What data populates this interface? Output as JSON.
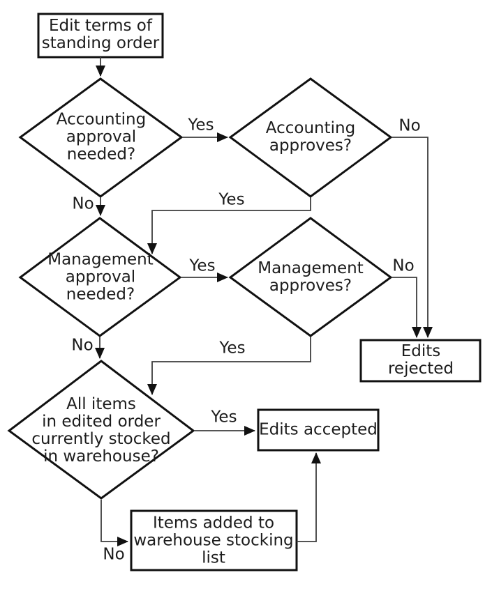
{
  "diagram": {
    "type": "flowchart",
    "background_color": "#ffffff",
    "node_border_color": "#111111",
    "connector_color": "#3d3d3d",
    "text_color": "#1c1c1c",
    "nodes": {
      "start": {
        "shape": "rectangle",
        "label": [
          "Edit terms of",
          "standing order"
        ]
      },
      "accounting_needed": {
        "shape": "diamond",
        "label": [
          "Accounting",
          "approval",
          "needed?"
        ]
      },
      "accounting_approves": {
        "shape": "diamond",
        "label": [
          "Accounting",
          "approves?"
        ]
      },
      "management_needed": {
        "shape": "diamond",
        "label": [
          "Management",
          "approval",
          "needed?"
        ]
      },
      "management_approves": {
        "shape": "diamond",
        "label": [
          "Management",
          "approves?"
        ]
      },
      "all_items_stocked": {
        "shape": "diamond",
        "label": [
          "All items",
          "in edited order",
          "currently stocked",
          "in warehouse?"
        ]
      },
      "edits_rejected": {
        "shape": "rectangle",
        "label": [
          "Edits rejected"
        ]
      },
      "edits_accepted": {
        "shape": "rectangle",
        "label": [
          "Edits accepted"
        ]
      },
      "items_added": {
        "shape": "rectangle",
        "label": [
          "Items added to",
          "warehouse stocking",
          "list"
        ]
      }
    },
    "edges": [
      {
        "from": "start",
        "to": "accounting_needed",
        "label": ""
      },
      {
        "from": "accounting_needed",
        "to": "accounting_approves",
        "label": "Yes"
      },
      {
        "from": "accounting_needed",
        "to": "management_needed",
        "label": "No"
      },
      {
        "from": "accounting_approves",
        "to": "edits_rejected",
        "label": "No"
      },
      {
        "from": "accounting_approves",
        "to": "management_needed",
        "label": "Yes"
      },
      {
        "from": "management_needed",
        "to": "management_approves",
        "label": "Yes"
      },
      {
        "from": "management_needed",
        "to": "all_items_stocked",
        "label": "No"
      },
      {
        "from": "management_approves",
        "to": "edits_rejected",
        "label": "No"
      },
      {
        "from": "management_approves",
        "to": "all_items_stocked",
        "label": "Yes"
      },
      {
        "from": "all_items_stocked",
        "to": "edits_accepted",
        "label": "Yes"
      },
      {
        "from": "all_items_stocked",
        "to": "items_added",
        "label": "No"
      },
      {
        "from": "items_added",
        "to": "edits_accepted",
        "label": ""
      }
    ]
  }
}
